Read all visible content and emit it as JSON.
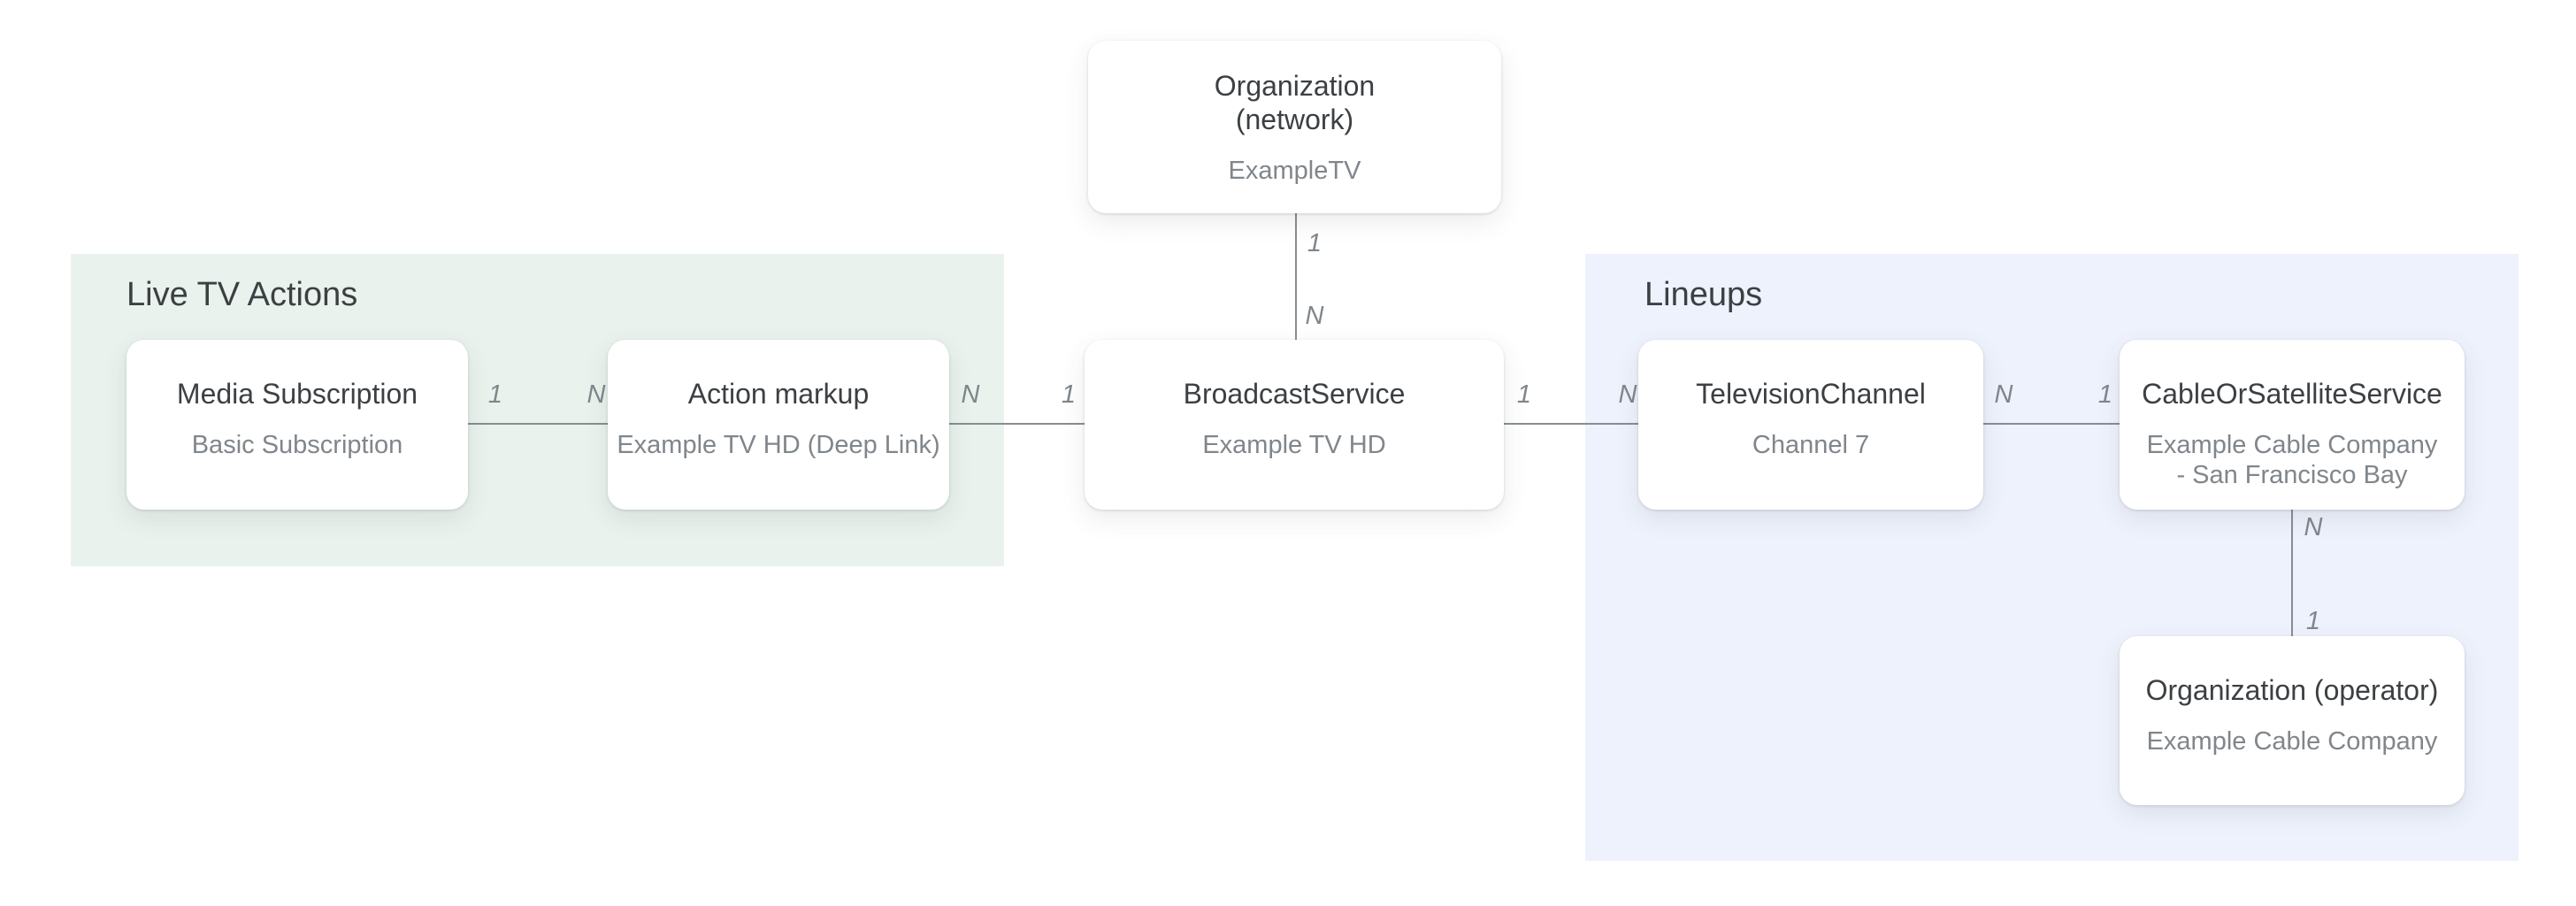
{
  "regions": [
    {
      "id": "live-tv-actions",
      "title": "Live TV Actions",
      "bg": "#e9f2ec"
    },
    {
      "id": "lineups",
      "title": "Lineups",
      "bg": "#eef2fc"
    }
  ],
  "nodes": [
    {
      "id": "organization-network",
      "title_lines": [
        "Organization",
        "(network)"
      ],
      "subtitle": "ExampleTV"
    },
    {
      "id": "media-subscription",
      "title_lines": [
        "Media Subscription"
      ],
      "subtitle": "Basic Subscription"
    },
    {
      "id": "action-markup",
      "title_lines": [
        "Action markup"
      ],
      "subtitle": "Example TV HD (Deep Link)"
    },
    {
      "id": "broadcast-service",
      "title_lines": [
        "BroadcastService"
      ],
      "subtitle": "Example TV HD"
    },
    {
      "id": "television-channel",
      "title_lines": [
        "TelevisionChannel"
      ],
      "subtitle": "Channel 7"
    },
    {
      "id": "cable-or-satellite",
      "title_lines": [
        "CableOrSatelliteService"
      ],
      "subtitle": "Example Cable Company - San Francisco Bay"
    },
    {
      "id": "organization-operator",
      "title_lines": [
        "Organization (operator)"
      ],
      "subtitle": "Example Cable Company"
    }
  ],
  "connectors": [
    {
      "id": "network-broadcast",
      "from": "organization-network",
      "to": "broadcast-service",
      "labels": [
        "1",
        "N"
      ]
    },
    {
      "id": "mediasub-action",
      "from": "media-subscription",
      "to": "action-markup",
      "labels": [
        "1",
        "N"
      ]
    },
    {
      "id": "action-broadcast",
      "from": "action-markup",
      "to": "broadcast-service",
      "labels": [
        "N",
        "1"
      ]
    },
    {
      "id": "broadcast-channel",
      "from": "broadcast-service",
      "to": "television-channel",
      "labels": [
        "1",
        "N"
      ]
    },
    {
      "id": "channel-cable",
      "from": "television-channel",
      "to": "cable-or-satellite",
      "labels": [
        "N",
        "1"
      ]
    },
    {
      "id": "cable-operator",
      "from": "cable-or-satellite",
      "to": "organization-operator",
      "labels": [
        "N",
        "1"
      ]
    }
  ],
  "colors": {
    "region_green": "#e9f2ec",
    "region_blue": "#eef2fc",
    "card_background": "#ffffff",
    "title_text": "#3c4043",
    "subtitle_text": "#80868b",
    "connector": "#878d93"
  }
}
